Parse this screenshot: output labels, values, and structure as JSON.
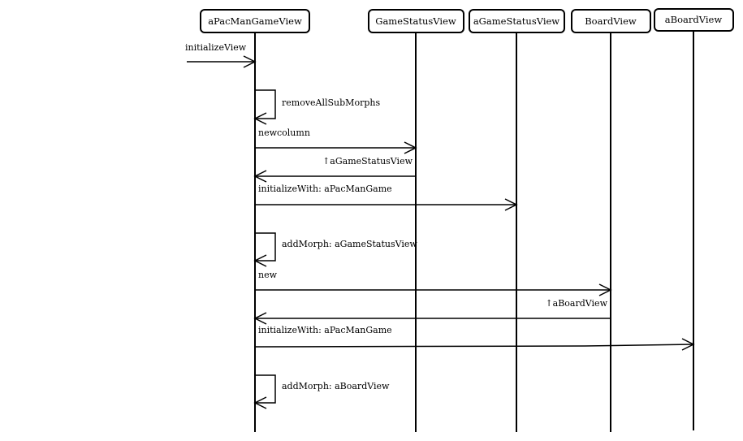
{
  "lifelines": [
    {
      "id": "apacman",
      "label": "aPacManGameView"
    },
    {
      "id": "gsclass",
      "label": "GameStatusView"
    },
    {
      "id": "gsinst",
      "label": "aGameStatusView"
    },
    {
      "id": "bvclass",
      "label": "BoardView"
    },
    {
      "id": "bvinst",
      "label": "aBoardView"
    }
  ],
  "messages": [
    {
      "id": "m-initialize",
      "label": "initializeView",
      "kind": "incoming",
      "to": "apacman"
    },
    {
      "id": "m-remove",
      "label": "removeAllSubMorphs",
      "kind": "self",
      "on": "apacman"
    },
    {
      "id": "m-newcolumn",
      "label": "newcolumn",
      "kind": "call",
      "from": "apacman",
      "to": "gsclass"
    },
    {
      "id": "m-ret-gs",
      "label": "↑aGameStatusView",
      "kind": "return",
      "from": "gsclass",
      "to": "apacman"
    },
    {
      "id": "m-initwith-1",
      "label": "initializeWith: aPacManGame",
      "kind": "call",
      "from": "apacman",
      "to": "gsinst"
    },
    {
      "id": "m-addmorph-1",
      "label": "addMorph: aGameStatusView",
      "kind": "self",
      "on": "apacman"
    },
    {
      "id": "m-new",
      "label": "new",
      "kind": "call",
      "from": "apacman",
      "to": "bvclass"
    },
    {
      "id": "m-ret-bv",
      "label": "↑aBoardView",
      "kind": "return",
      "from": "bvclass",
      "to": "apacman"
    },
    {
      "id": "m-initwith-2",
      "label": "initializeWith: aPacManGame",
      "kind": "call",
      "from": "apacman",
      "to": "bvinst"
    },
    {
      "id": "m-addmorph-2",
      "label": "addMorph: aBoardView",
      "kind": "self",
      "on": "apacman"
    }
  ]
}
